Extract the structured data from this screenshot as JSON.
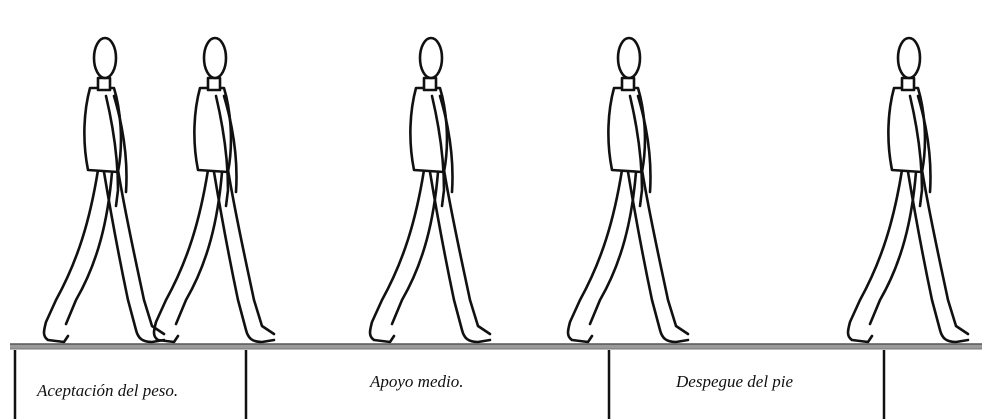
{
  "phases": [
    {
      "label": "Aceptación del peso."
    },
    {
      "label": "Apoyo medio."
    },
    {
      "label": "Despegue del pie"
    }
  ],
  "figures": [
    "walking-figure",
    "walking-figure",
    "walking-figure",
    "walking-figure",
    "walking-figure"
  ],
  "colors": {
    "line": "#111111",
    "ground": "#8a8a8a",
    "background": "#ffffff"
  }
}
